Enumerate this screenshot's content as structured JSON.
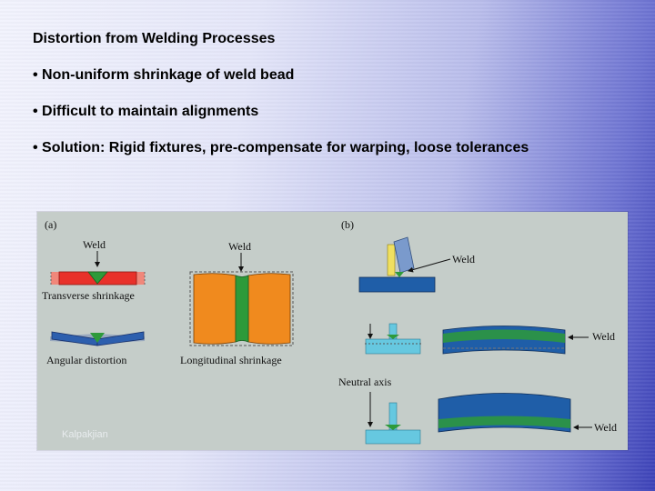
{
  "slide": {
    "title": "Distortion from Welding Processes",
    "bullets": [
      "• Non-uniform shrinkage of weld bead",
      "• Difficult to maintain alignments",
      "• Solution: Rigid fixtures, pre-compensate for warping, loose tolerances"
    ]
  },
  "figure": {
    "panel_a_label": "(a)",
    "panel_b_label": "(b)",
    "weld_label": "Weld",
    "transverse_label": "Transverse shrinkage",
    "angular_label": "Angular distortion",
    "longitudinal_label": "Longitudinal shrinkage",
    "neutral_axis_label": "Neutral axis",
    "credit": "Kalpakjian"
  },
  "colors": {
    "plate_red": "#e8312a",
    "plate_salmon": "#f0877a",
    "weld_green": "#2e9a3a",
    "plate_blue": "#2d5fae",
    "plate_orange": "#f08a1e",
    "beam_blue": "#1f5ea8",
    "tee_cyan": "#66c8e0"
  }
}
